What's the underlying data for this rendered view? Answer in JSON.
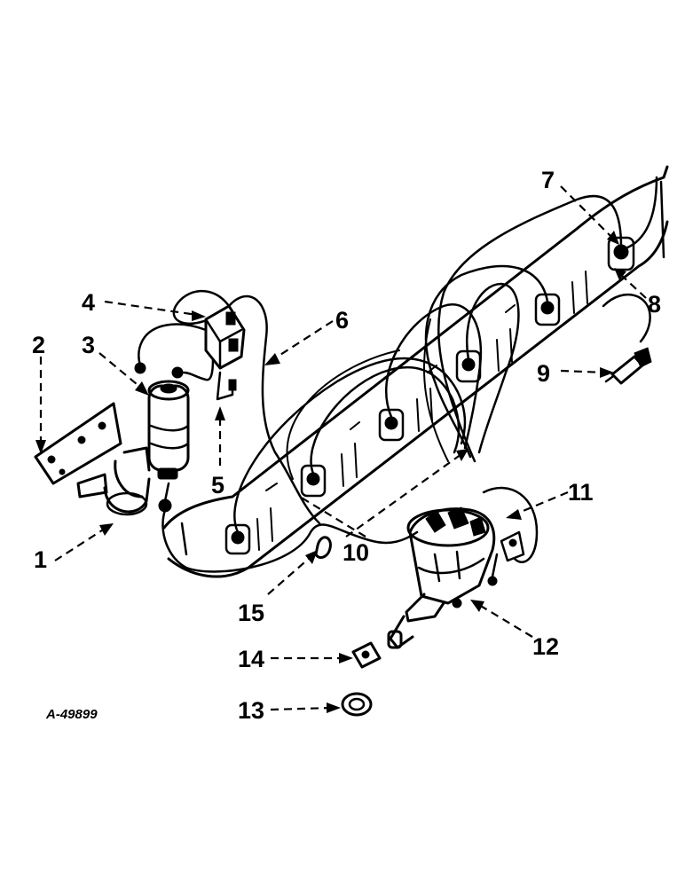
{
  "diagram": {
    "reference_code": "A-49899",
    "callouts": [
      {
        "id": "1",
        "label": "1"
      },
      {
        "id": "2",
        "label": "2"
      },
      {
        "id": "3",
        "label": "3"
      },
      {
        "id": "4",
        "label": "4"
      },
      {
        "id": "5",
        "label": "5"
      },
      {
        "id": "6",
        "label": "6"
      },
      {
        "id": "7",
        "label": "7"
      },
      {
        "id": "8",
        "label": "8"
      },
      {
        "id": "9",
        "label": "9"
      },
      {
        "id": "10",
        "label": "10"
      },
      {
        "id": "11",
        "label": "11"
      },
      {
        "id": "12",
        "label": "12"
      },
      {
        "id": "13",
        "label": "13"
      },
      {
        "id": "14",
        "label": "14"
      },
      {
        "id": "15",
        "label": "15"
      }
    ]
  }
}
